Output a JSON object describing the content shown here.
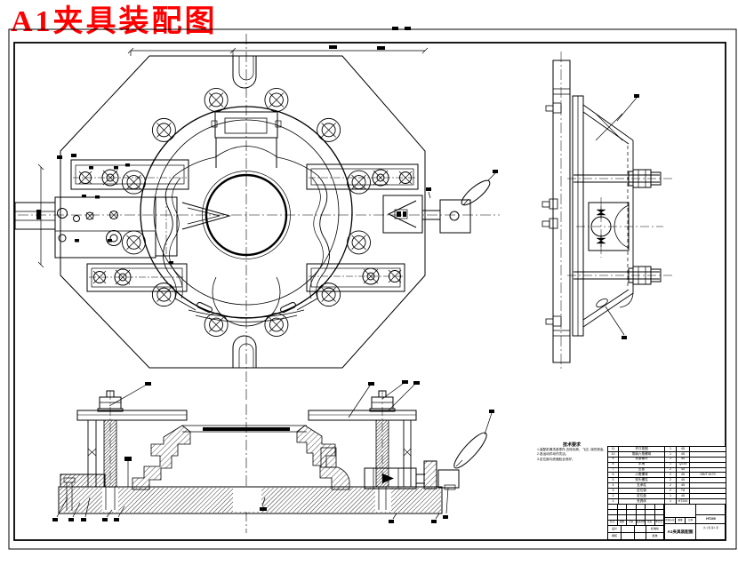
{
  "title": "A1夹具装配图",
  "colors": {
    "title_red": "#FF0000",
    "line": "#000000",
    "paper": "#FFFFFF"
  },
  "tech_requirements": {
    "heading": "技术要求",
    "lines": [
      "1.装配前清洗各零件,去除毛刺、飞边, 涂防锈油。",
      "2.各运动件动作灵活。",
      "3.定位面与底面贴合良好。"
    ]
  },
  "parts_list": {
    "headers": {
      "no": "序号",
      "name": "名  称",
      "qty": "数量",
      "material": "材 料",
      "remark": "备 注"
    },
    "rows": [
      {
        "no": "11",
        "name": "开口垫圈",
        "qty": "1",
        "material": "45",
        "remark": ""
      },
      {
        "no": "10",
        "name": "带肩六角螺母",
        "qty": "1",
        "material": "45",
        "remark": ""
      },
      {
        "no": "9",
        "name": "夹紧螺杆",
        "qty": "1",
        "material": "45",
        "remark": ""
      },
      {
        "no": "8",
        "name": "手柄",
        "qty": "1",
        "material": "Q235",
        "remark": ""
      },
      {
        "no": "7",
        "name": "压板",
        "qty": "2",
        "material": "45",
        "remark": ""
      },
      {
        "no": "6",
        "name": "六角螺母",
        "qty": "2",
        "material": "45",
        "remark": "GB/T 6170"
      },
      {
        "no": "5",
        "name": "双头螺柱",
        "qty": "2",
        "material": "45",
        "remark": ""
      },
      {
        "no": "4",
        "name": "支承柱",
        "qty": "2",
        "material": "45",
        "remark": ""
      },
      {
        "no": "3",
        "name": "定位销",
        "qty": "2",
        "material": "T8",
        "remark": ""
      },
      {
        "no": "2",
        "name": "定位盘",
        "qty": "1",
        "material": "45",
        "remark": ""
      },
      {
        "no": "1",
        "name": "夹具体",
        "qty": "1",
        "material": "HT200",
        "remark": ""
      }
    ]
  },
  "title_block": {
    "revision_labels": [
      "标记",
      "处数",
      "分区",
      "更改文件号",
      "签名",
      "年月日"
    ],
    "sign_row1": [
      "设计",
      "",
      "",
      "标准化"
    ],
    "sign_row2": [
      "审核",
      "",
      "",
      "批准"
    ],
    "stage_labels": [
      "阶段标记",
      "重量",
      "比例"
    ],
    "material_value": "HT200",
    "sheet_info": "共 1 张  第 1 张",
    "drawing_name": "A1夹具装配图"
  }
}
